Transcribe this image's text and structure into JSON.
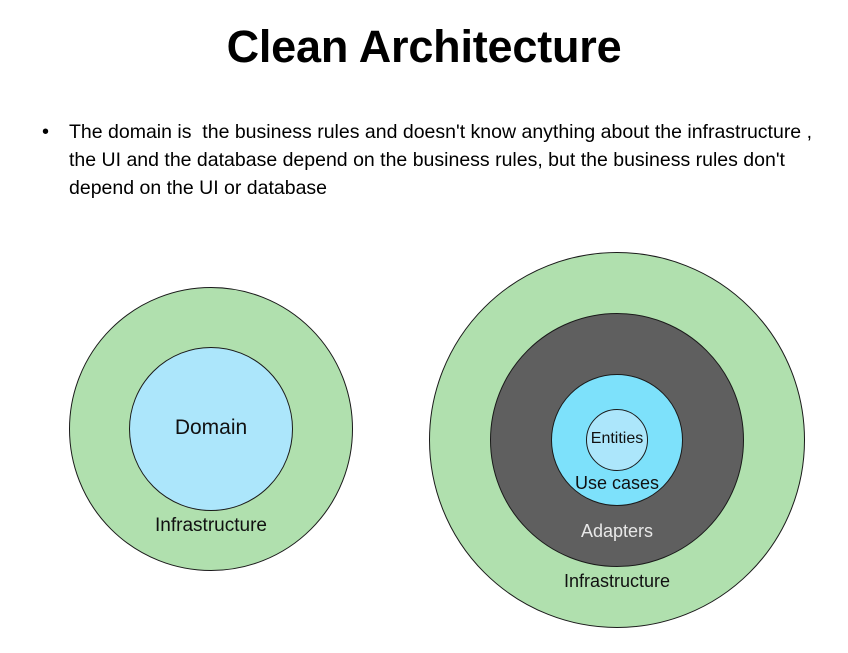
{
  "slide": {
    "title": "Clean Architecture",
    "bullet_marker": "•",
    "bullet_text": "The domain is  the business rules and doesn't know anything about the infrastructure , the UI and the database depend on the business rules, but the business rules don't depend on the UI or database"
  },
  "colors": {
    "infrastructure_green": "#b0e0ae",
    "adapters_gray": "#5f5f5f",
    "usecases_cyan": "#7de1fb",
    "entities_blue": "#ace6fb",
    "domain_blue": "#ace6fb",
    "outline": "#1a1a1a",
    "background": "#ffffff",
    "text": "#000000"
  },
  "diagrams": [
    {
      "name": "simple-layers",
      "rings": [
        {
          "label": "Infrastructure",
          "fill": "#b0e0ae"
        },
        {
          "label": "Domain",
          "fill": "#ace6fb"
        }
      ]
    },
    {
      "name": "clean-architecture-layers",
      "rings": [
        {
          "label": "Infrastructure",
          "fill": "#b0e0ae"
        },
        {
          "label": "Adapters",
          "fill": "#5f5f5f"
        },
        {
          "label": "Use cases",
          "fill": "#7de1fb"
        },
        {
          "label": "Entities",
          "fill": "#ace6fb"
        }
      ]
    }
  ]
}
